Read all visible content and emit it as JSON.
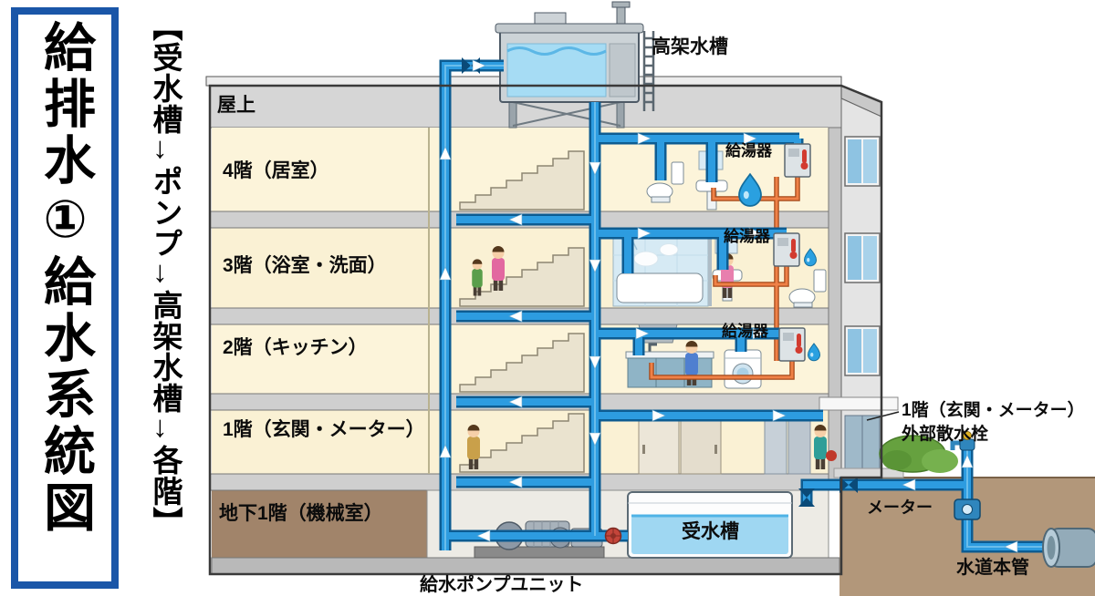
{
  "title_panel": {
    "text": "給排水①給水系統図"
  },
  "flow_note": {
    "text": "【受水槽→ポンプ→高架水槽→各階】"
  },
  "floor_labels": {
    "roof": "屋上",
    "f4": "4階（居室）",
    "f3": "3階（浴室・洗面）",
    "f2": "2階（キッチン）",
    "f1": "1階（玄関・メーター）",
    "b1": "地下1階（機械室）"
  },
  "labels": {
    "elevated_tank": "高架水槽",
    "water_heater_4f": "給湯器",
    "water_heater_3f": "給湯器",
    "water_heater_2f": "給湯器",
    "receiving_tank": "受水槽",
    "pump_unit": "給水ポンプユニット",
    "exterior_floor1": "1階（玄関・メーター）",
    "exterior_tap": "外部散水栓",
    "meter": "メーター",
    "water_main": "水道本管"
  },
  "colors": {
    "frame_blue": "#1a56a8",
    "pipe_blue": "#2d9ce0",
    "pipe_dark": "#0d5c92",
    "hot_water_orange": "#ef8147",
    "water_fill": "#a6dcf4",
    "floor_cream": "#fbf3d9",
    "soil_brown": "#a58a6b"
  }
}
